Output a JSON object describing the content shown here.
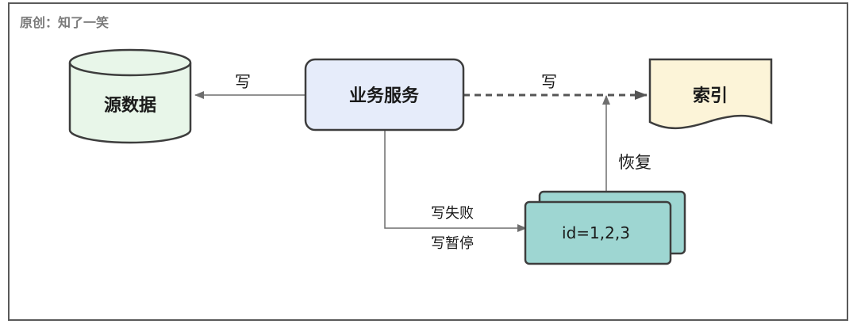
{
  "watermark": "原创：知了一笑",
  "nodes": {
    "source_data": {
      "label": "源数据",
      "fill": "#e8f6e9"
    },
    "business_service": {
      "label": "业务服务",
      "fill": "#e6ecfa"
    },
    "index": {
      "label": "索引",
      "fill": "#fcf4d8"
    },
    "failure_queue": {
      "label": "id=1,2,3",
      "fill": "#9ed6d2"
    }
  },
  "edges": {
    "service_to_source": {
      "label": "写",
      "style": "solid"
    },
    "service_to_index": {
      "label": "写",
      "style": "dashed"
    },
    "service_to_queue": {
      "labels": [
        "写失败",
        "写暂停"
      ],
      "style": "solid"
    },
    "queue_to_index": {
      "label": "恢复",
      "style": "solid"
    }
  },
  "colors": {
    "frame": "#5a5a5a",
    "stroke": "#3d3d3d",
    "arrow": "#6e6e6e",
    "text": "#1a1a1a",
    "watermark": "#7a7a7a"
  }
}
